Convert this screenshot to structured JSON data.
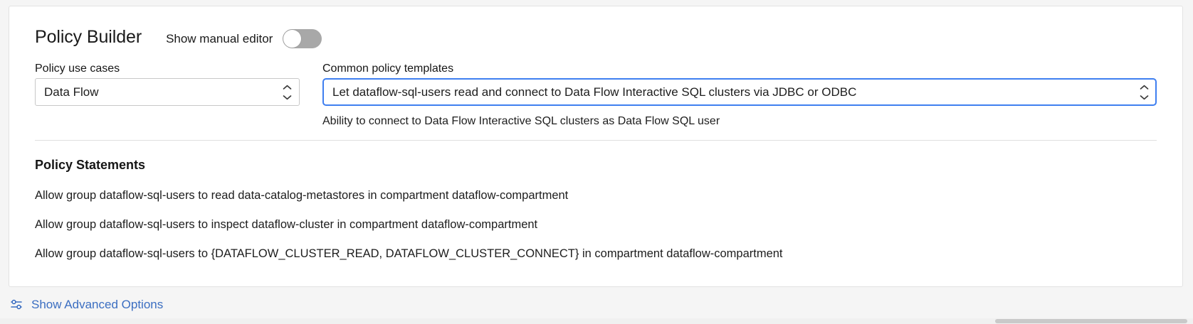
{
  "panel": {
    "title": "Policy Builder"
  },
  "manual_editor_toggle": {
    "label": "Show manual editor",
    "state": "off",
    "track_color": "#a8a8a8",
    "knob_color": "#ffffff"
  },
  "fields": {
    "policy_use_cases": {
      "label": "Policy use cases",
      "value": "Data Flow",
      "focused": false,
      "icon": "stepper-updown-icon"
    },
    "common_policy_templates": {
      "label": "Common policy templates",
      "value": "Let dataflow-sql-users read and connect to Data Flow Interactive SQL clusters via JDBC or ODBC",
      "focused": true,
      "focus_color": "#3f7ff0",
      "icon": "stepper-updown-icon",
      "help_text": "Ability to connect to Data Flow Interactive SQL clusters as Data Flow SQL user"
    }
  },
  "policy_statements": {
    "title": "Policy Statements",
    "items": [
      "Allow group dataflow-sql-users to read data-catalog-metastores in compartment dataflow-compartment",
      "Allow group dataflow-sql-users to inspect dataflow-cluster in compartment dataflow-compartment",
      "Allow group dataflow-sql-users to {DATAFLOW_CLUSTER_READ, DATAFLOW_CLUSTER_CONNECT} in compartment dataflow-compartment"
    ]
  },
  "footer": {
    "advanced_options_label": "Show Advanced Options",
    "advanced_options_icon": "sliders-icon",
    "link_color": "#3b6ec1"
  }
}
